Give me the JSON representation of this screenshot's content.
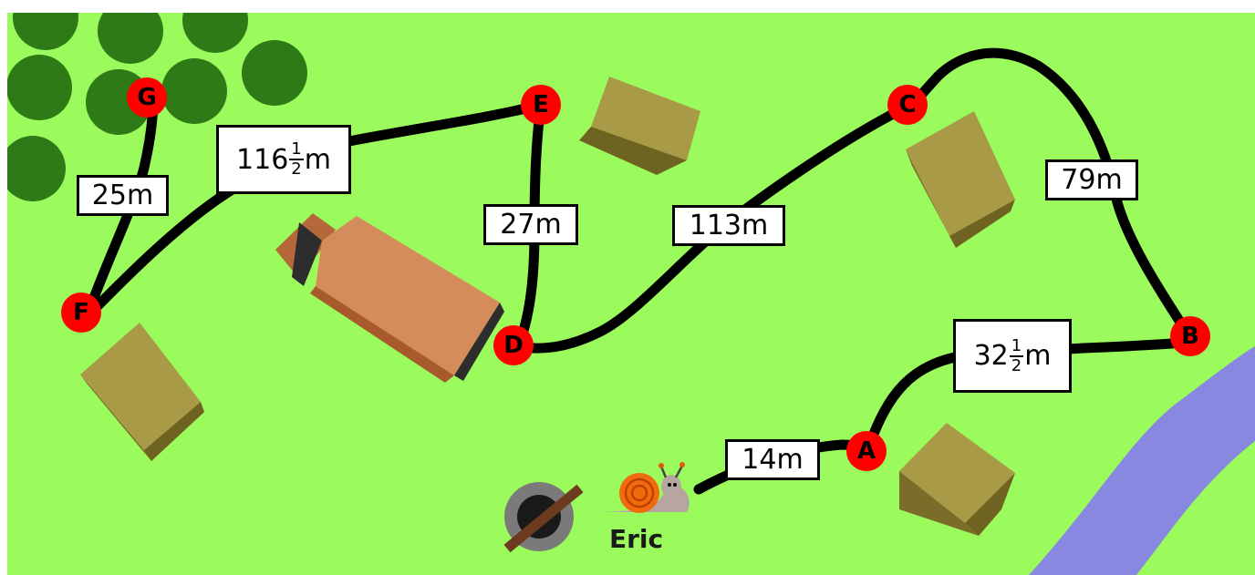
{
  "map": {
    "background_color": "#9cfb5c",
    "path_color": "#000000",
    "node_color": "#ff0000",
    "river_color": "#8888e0",
    "tree_color": "#2d7a17",
    "house_color": "#8a7a28",
    "barn_color": "#b5683a"
  },
  "nodes": {
    "A": "A",
    "B": "B",
    "C": "C",
    "D": "D",
    "E": "E",
    "F": "F",
    "G": "G"
  },
  "distances": {
    "start_to_A": {
      "text": "14m"
    },
    "A_to_B": {
      "whole": "32",
      "num": "1",
      "den": "2",
      "unit": "m"
    },
    "B_to_C": {
      "text": "79m"
    },
    "C_to_D": {
      "text": "113m"
    },
    "D_to_E": {
      "text": "27m"
    },
    "E_to_F": {
      "whole": "116",
      "num": "1",
      "den": "2",
      "unit": "m"
    },
    "F_to_G": {
      "text": "25m"
    }
  },
  "character": {
    "name": "Eric",
    "icon": "snail-icon"
  },
  "features": {
    "well_icon": "well-icon",
    "river_icon": "river-icon",
    "tree_icon": "tree-icon",
    "house_icon": "house-icon",
    "barn_icon": "barn-icon"
  }
}
